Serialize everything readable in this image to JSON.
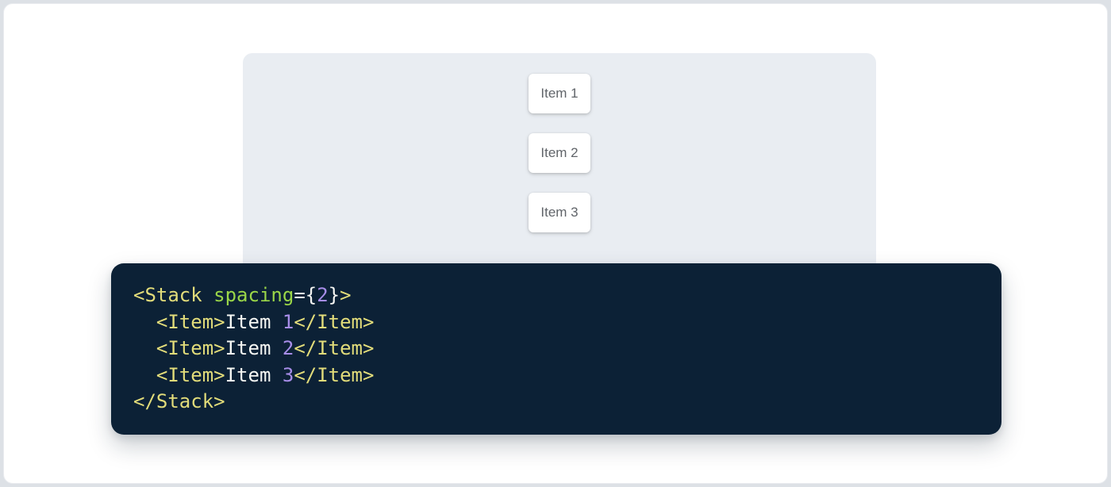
{
  "window": {
    "outer_background": "#dde1e6",
    "card_background": "#ffffff"
  },
  "preview_panel": {
    "background": "#e9edf2",
    "items": [
      {
        "label": "Item 1"
      },
      {
        "label": "Item 2"
      },
      {
        "label": "Item 3"
      }
    ]
  },
  "code_block": {
    "background": "#0c2136",
    "raw": "<Stack spacing={2}>\n  <Item>Item 1</Item>\n  <Item>Item 2</Item>\n  <Item>Item 3</Item>\n</Stack>",
    "token_colors": {
      "tag": "#e2dc7a",
      "attr": "#9ad648",
      "number": "#a78de8",
      "plain": "#f5f6f3"
    },
    "lines": [
      {
        "tokens": [
          {
            "type": "tag",
            "text": "<Stack"
          },
          {
            "type": "plain",
            "text": " "
          },
          {
            "type": "attr",
            "text": "spacing"
          },
          {
            "type": "plain",
            "text": "={"
          },
          {
            "type": "number",
            "text": "2"
          },
          {
            "type": "plain",
            "text": "}"
          },
          {
            "type": "tag",
            "text": ">"
          }
        ]
      },
      {
        "tokens": [
          {
            "type": "plain",
            "text": "  "
          },
          {
            "type": "tag",
            "text": "<Item>"
          },
          {
            "type": "plain",
            "text": "Item "
          },
          {
            "type": "number",
            "text": "1"
          },
          {
            "type": "tag",
            "text": "</Item>"
          }
        ]
      },
      {
        "tokens": [
          {
            "type": "plain",
            "text": "  "
          },
          {
            "type": "tag",
            "text": "<Item>"
          },
          {
            "type": "plain",
            "text": "Item "
          },
          {
            "type": "number",
            "text": "2"
          },
          {
            "type": "tag",
            "text": "</Item>"
          }
        ]
      },
      {
        "tokens": [
          {
            "type": "plain",
            "text": "  "
          },
          {
            "type": "tag",
            "text": "<Item>"
          },
          {
            "type": "plain",
            "text": "Item "
          },
          {
            "type": "number",
            "text": "3"
          },
          {
            "type": "tag",
            "text": "</Item>"
          }
        ]
      },
      {
        "tokens": [
          {
            "type": "tag",
            "text": "</Stack>"
          }
        ]
      }
    ]
  }
}
